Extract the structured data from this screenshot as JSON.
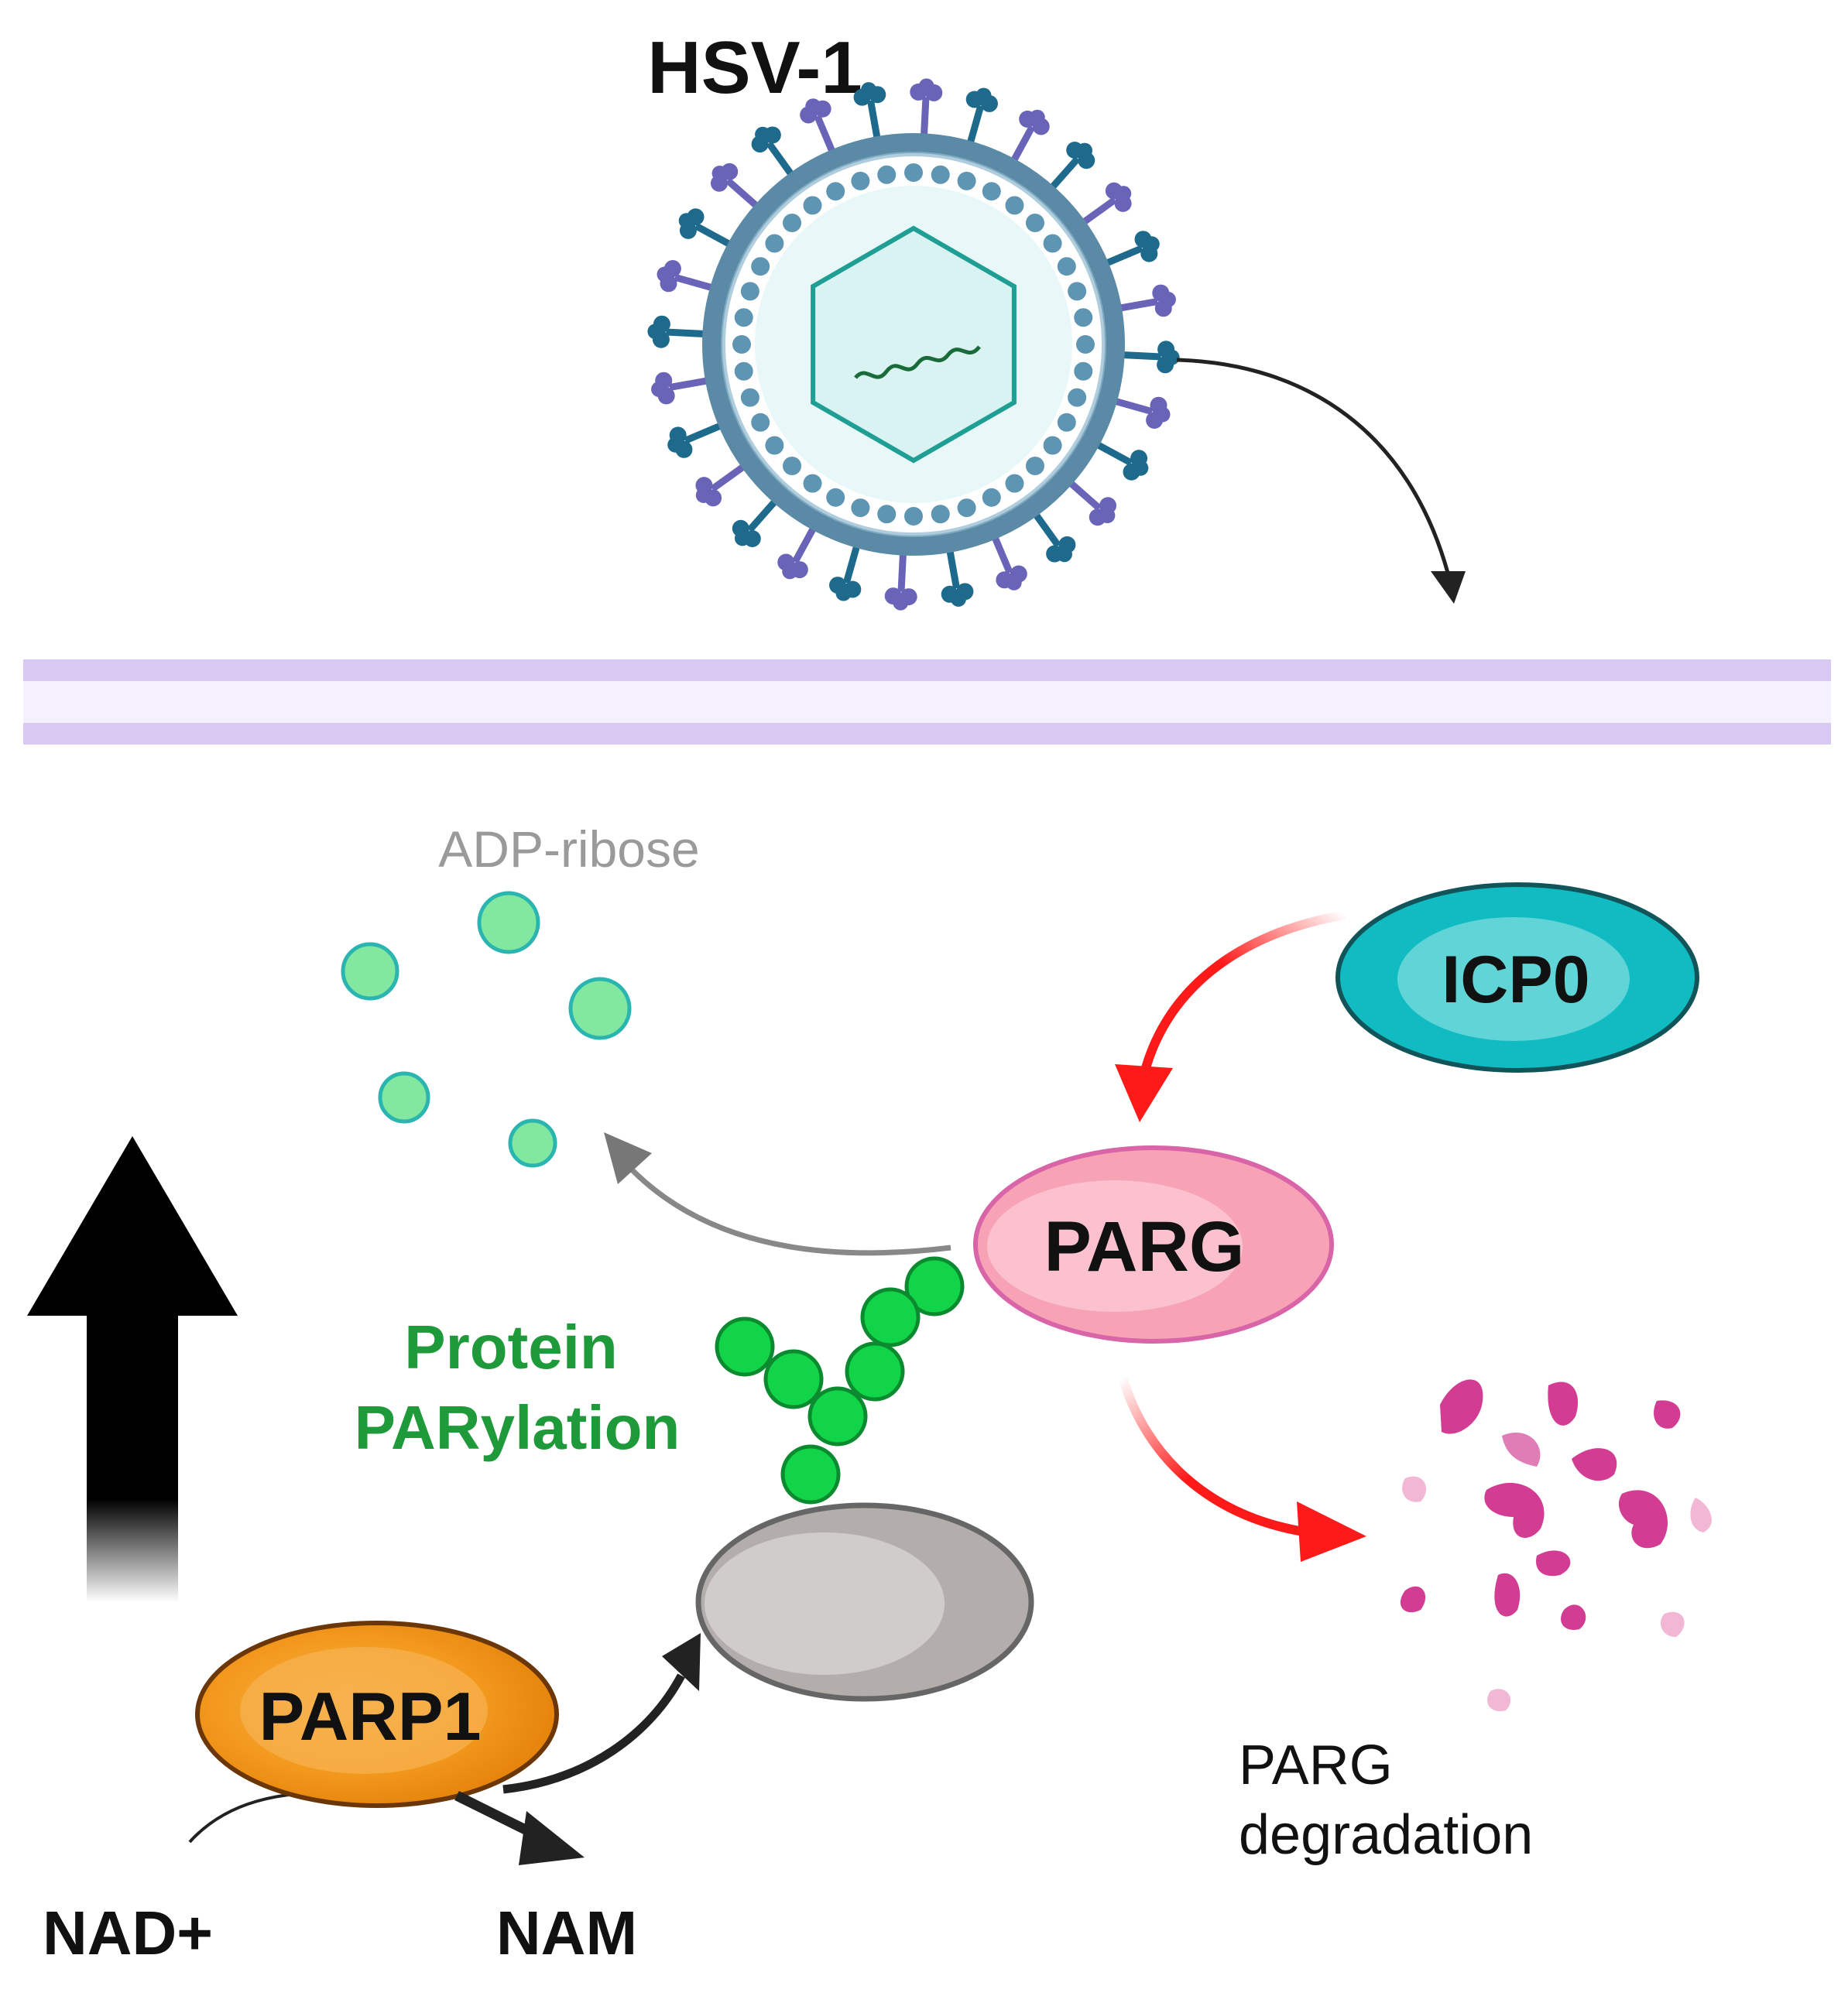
{
  "labels": {
    "virus": "HSV-1",
    "adp_ribose": "ADP-ribose",
    "icp0": "ICP0",
    "parg": "PARG",
    "protein_parylation_line1": "Protein",
    "protein_parylation_line2": "PARylation",
    "parp1": "PARP1",
    "nad": "NAD+",
    "nam": "NAM",
    "parg_degradation_line1": "PARG",
    "parg_degradation_line2": "degradation"
  },
  "colors": {
    "membrane_outer": "#d5c6f0",
    "membrane_inner": "#f3eefc",
    "envelope": "#5b8aa6",
    "capsid_fill": "#dff3f3",
    "capsid_stroke": "#1f9e94",
    "adp_ribose_fill": "#7fe69a",
    "adp_ribose_stroke": "#2bb5b0",
    "icp0_fill": "#12bfc4",
    "parg_fill": "#f7a8b8",
    "parg_stroke": "#d964a8",
    "par_chain": "#12d448",
    "substrate_fill": "#b9b5b3",
    "parp1_fill": "#ef8a0a",
    "degradation_fragments": "#d23c93",
    "red_arrow": "#ff1a1a",
    "parylation_text": "#1f9a3a",
    "adp_text": "#9a9a9a"
  }
}
